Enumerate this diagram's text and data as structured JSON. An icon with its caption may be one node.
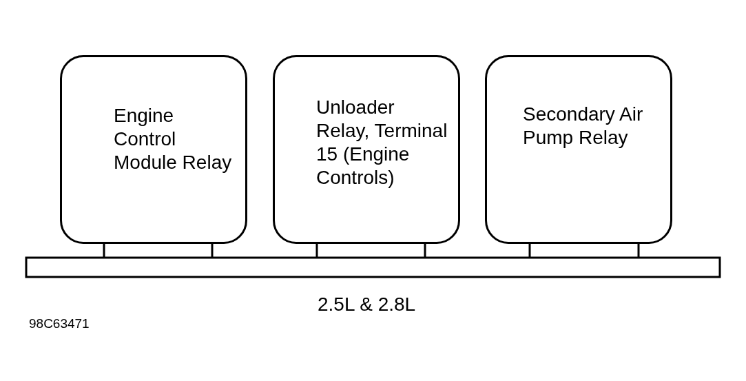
{
  "diagram": {
    "nodes": [
      {
        "text": [
          "Engine Control Module Relay"
        ]
      },
      {
        "text": [
          "Unloader Relay, Terminal 15 (Engine Controls)"
        ]
      },
      {
        "text": [
          "Secondary Air Pump Relay"
        ]
      }
    ],
    "labels": [
      "2.5L & 2.8L",
      "98C63471"
    ]
  }
}
